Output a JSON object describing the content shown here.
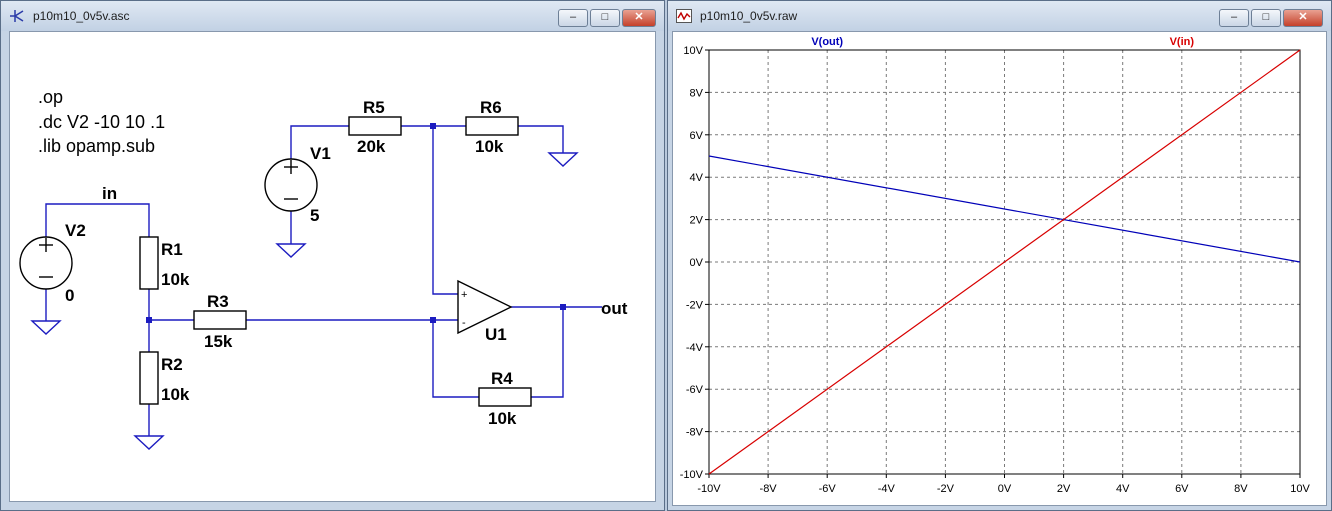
{
  "colors": {
    "wire": "#1c1cc0",
    "trace_out": "#0000b8",
    "trace_in": "#d80000",
    "grid": "#7a7a7a"
  },
  "schematic_window": {
    "title": "p10m10_0v5v.asc",
    "controls": {
      "minimize": "‒",
      "maximize": "□",
      "close": "✕"
    },
    "directives": [
      ".op",
      ".dc V2 -10 10 .1",
      ".lib opamp.sub"
    ],
    "labels": {
      "V1": "V1",
      "V1_value": "5",
      "V2": "V2",
      "V2_value": "0",
      "R1": "R1",
      "R1_value": "10k",
      "R2": "R2",
      "R2_value": "10k",
      "R3": "R3",
      "R3_value": "15k",
      "R4": "R4",
      "R4_value": "10k",
      "R5": "R5",
      "R5_value": "20k",
      "R6": "R6",
      "R6_value": "10k",
      "U1": "U1",
      "net_in": "in",
      "net_out": "out",
      "plus_pin": "+",
      "minus_pin": "-"
    }
  },
  "plot_window": {
    "title": "p10m10_0v5v.raw",
    "controls": {
      "minimize": "‒",
      "maximize": "□",
      "close": "✕"
    }
  },
  "chart_data": {
    "type": "line",
    "title": "",
    "xlabel": "",
    "ylabel": "",
    "xlim": [
      -10,
      10
    ],
    "ylim": [
      -10,
      10
    ],
    "grid": true,
    "legend_position": "top",
    "x_ticks": [
      "-10V",
      "-8V",
      "-6V",
      "-4V",
      "-2V",
      "0V",
      "2V",
      "4V",
      "6V",
      "8V",
      "10V"
    ],
    "y_ticks": [
      "10V",
      "8V",
      "6V",
      "4V",
      "2V",
      "0V",
      "-2V",
      "-4V",
      "-6V",
      "-8V",
      "-10V"
    ],
    "series": [
      {
        "name": "V(out)",
        "color": "#0000b8",
        "x": [
          -10,
          10
        ],
        "y": [
          5,
          0
        ]
      },
      {
        "name": "V(in)",
        "color": "#d80000",
        "x": [
          -10,
          10
        ],
        "y": [
          -10,
          10
        ]
      }
    ]
  }
}
